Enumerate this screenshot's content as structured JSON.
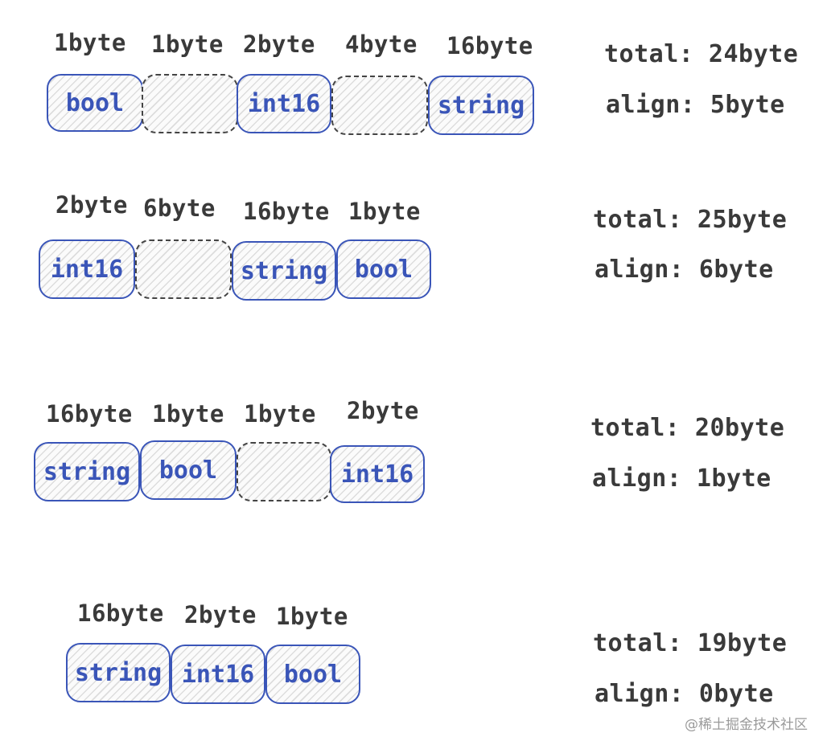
{
  "rows": [
    {
      "cells": [
        {
          "size": "1byte",
          "label": "bool",
          "kind": "field"
        },
        {
          "size": "1byte",
          "label": "",
          "kind": "padding"
        },
        {
          "size": "2byte",
          "label": "int16",
          "kind": "field"
        },
        {
          "size": "4byte",
          "label": "",
          "kind": "padding"
        },
        {
          "size": "16byte",
          "label": "string",
          "kind": "field"
        }
      ],
      "total": "total: 24byte",
      "align": "align: 5byte"
    },
    {
      "cells": [
        {
          "size": "2byte",
          "label": "int16",
          "kind": "field"
        },
        {
          "size": "6byte",
          "label": "",
          "kind": "padding"
        },
        {
          "size": "16byte",
          "label": "string",
          "kind": "field"
        },
        {
          "size": "1byte",
          "label": "bool",
          "kind": "field"
        }
      ],
      "total": "total: 25byte",
      "align": "align: 6byte"
    },
    {
      "cells": [
        {
          "size": "16byte",
          "label": "string",
          "kind": "field"
        },
        {
          "size": "1byte",
          "label": "bool",
          "kind": "field"
        },
        {
          "size": "1byte",
          "label": "",
          "kind": "padding"
        },
        {
          "size": "2byte",
          "label": "int16",
          "kind": "field"
        }
      ],
      "total": "total: 20byte",
      "align": "align: 1byte"
    },
    {
      "cells": [
        {
          "size": "16byte",
          "label": "string",
          "kind": "field"
        },
        {
          "size": "2byte",
          "label": "int16",
          "kind": "field"
        },
        {
          "size": "1byte",
          "label": "bool",
          "kind": "field"
        }
      ],
      "total": "total: 19byte",
      "align": "align: 0byte"
    }
  ],
  "watermark": "@稀土掘金技术社区",
  "colors": {
    "field": "#3a55b8",
    "padding": "#444444",
    "text": "#3a3a3a"
  }
}
